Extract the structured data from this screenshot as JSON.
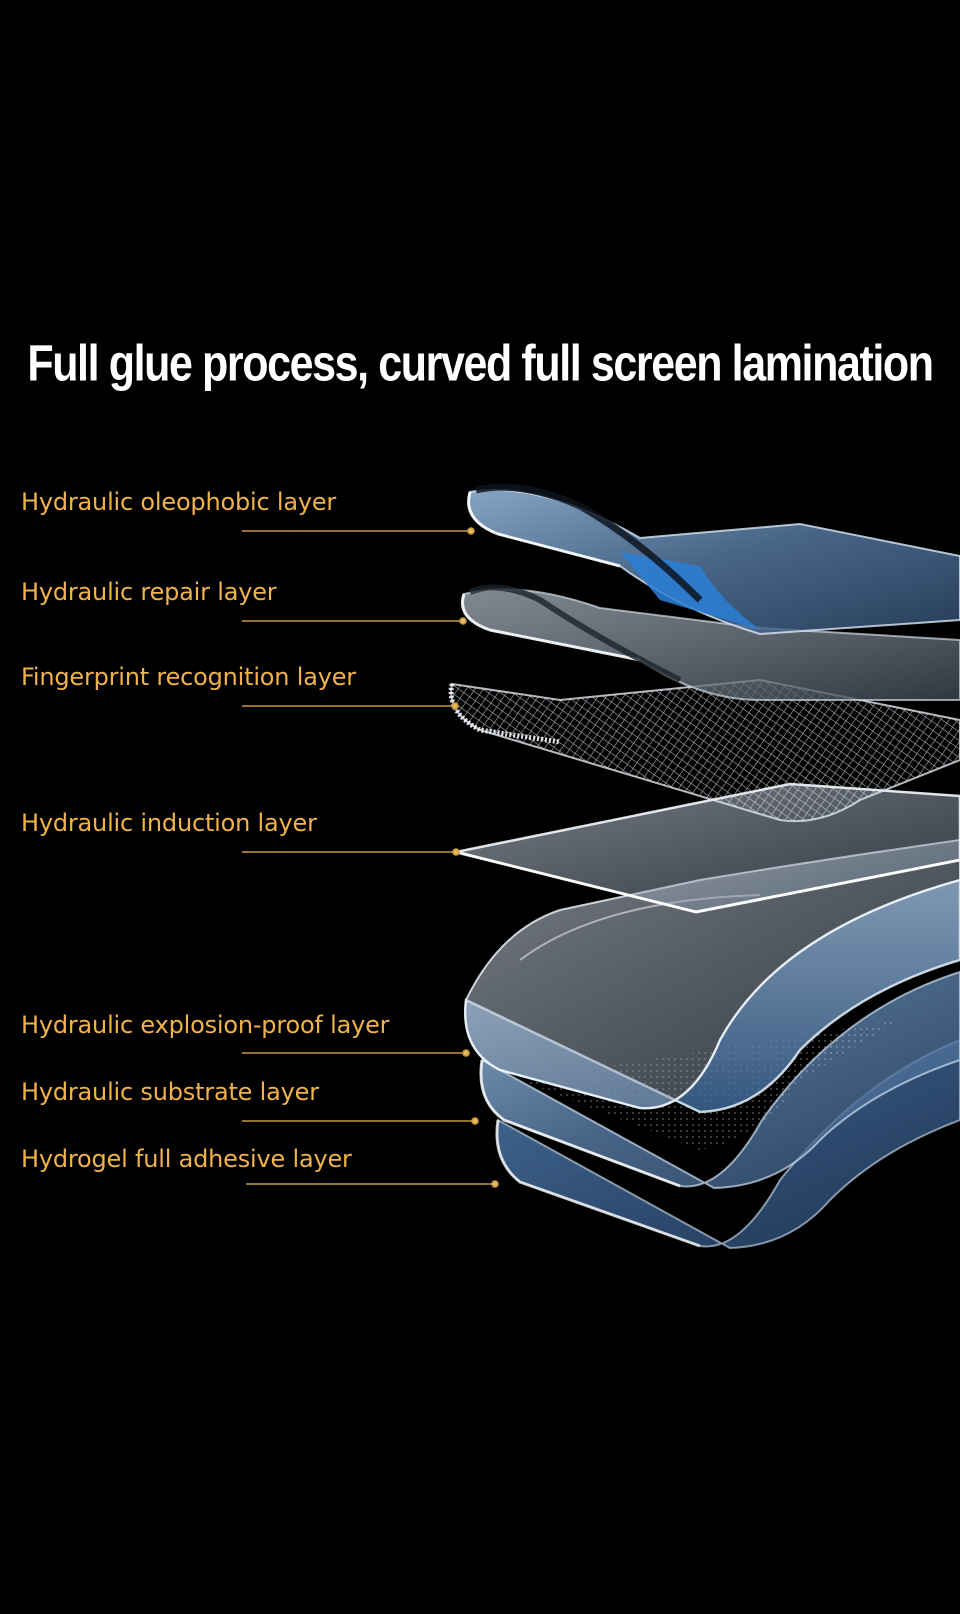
{
  "headline": "Full glue process, curved full screen lamination",
  "colors": {
    "background": "#000000",
    "headline": "#ffffff",
    "label": "#f0b24a",
    "leader_line": "#c9973f",
    "film_blue": "#7fa3c8"
  },
  "layers": [
    {
      "label": "Hydraulic oleophobic layer"
    },
    {
      "label": "Hydraulic repair layer"
    },
    {
      "label": "Fingerprint recognition layer"
    },
    {
      "label": "Hydraulic induction layer"
    },
    {
      "label": "Hydraulic explosion-proof layer"
    },
    {
      "label": "Hydraulic substrate layer"
    },
    {
      "label": "Hydrogel full adhesive layer"
    }
  ]
}
